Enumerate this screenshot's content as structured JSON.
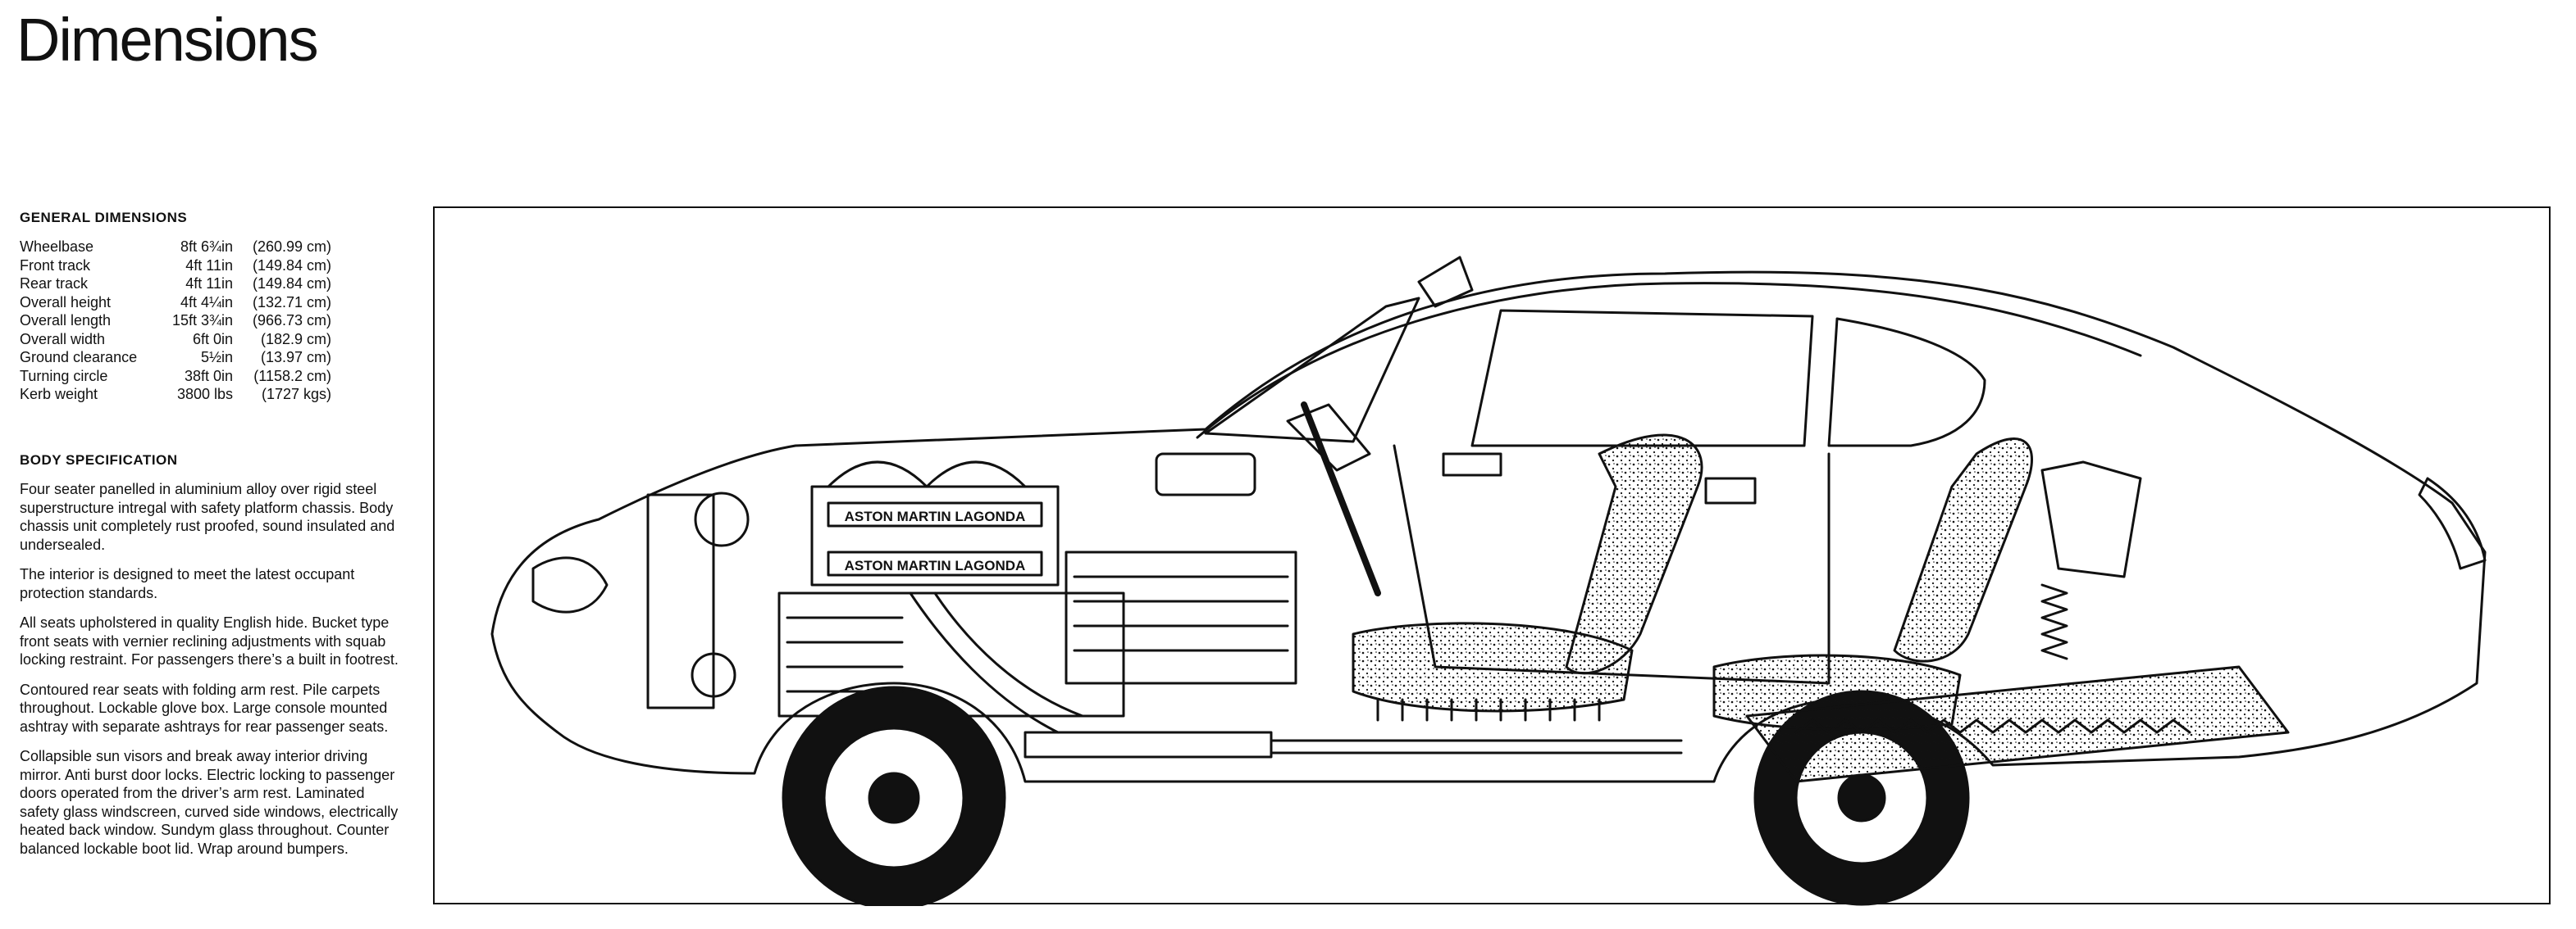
{
  "page": {
    "title": "Dimensions"
  },
  "general_dimensions": {
    "heading": "GENERAL DIMENSIONS",
    "rows": [
      {
        "label": "Wheelbase",
        "imperial": "8ft 6¾in",
        "metric": "(260.99 cm)"
      },
      {
        "label": "Front track",
        "imperial": "4ft 11in",
        "metric": "(149.84 cm)"
      },
      {
        "label": "Rear track",
        "imperial": "4ft 11in",
        "metric": "(149.84 cm)"
      },
      {
        "label": "Overall height",
        "imperial": "4ft 4¼in",
        "metric": "(132.71 cm)"
      },
      {
        "label": "Overall length",
        "imperial": "15ft 3¾in",
        "metric": "(966.73 cm)"
      },
      {
        "label": "Overall width",
        "imperial": "6ft 0in",
        "metric": "(182.9 cm)"
      },
      {
        "label": "Ground clearance",
        "imperial": "5½in",
        "metric": "(13.97 cm)"
      },
      {
        "label": "Turning circle",
        "imperial": "38ft 0in",
        "metric": "(1158.2 cm)"
      },
      {
        "label": "Kerb weight",
        "imperial": "3800 lbs",
        "metric": "(1727 kgs)"
      }
    ]
  },
  "body_specification": {
    "heading": "BODY SPECIFICATION",
    "paragraphs": [
      "Four seater panelled in aluminium alloy over rigid steel superstructure intregal with safety platform chassis. Body chassis unit completely rust proofed, sound insulated and undersealed.",
      "The interior is designed to meet the latest occupant protection standards.",
      "All seats upholstered in quality English hide. Bucket type front seats with vernier reclining adjustments with squab locking restraint. For passengers there’s a built in footrest.",
      "Contoured rear seats with folding arm rest. Pile carpets throughout. Lockable glove box. Large console mounted ashtray with separate ashtrays for rear passenger seats.",
      "Collapsible sun visors and break away interior driving mirror. Anti burst door locks. Electric locking to passenger doors operated from the driver’s arm rest. Laminated safety glass windscreen, curved side windows, electrically heated back window. Sundym glass throughout. Counter balanced lockable boot lid. Wrap around bumpers."
    ]
  },
  "illustration": {
    "engine_label_top": "ASTON MARTIN LAGONDA",
    "engine_label_front": "ASTON MARTIN LAGONDA",
    "line_color": "#111111",
    "background_color": "#ffffff"
  }
}
